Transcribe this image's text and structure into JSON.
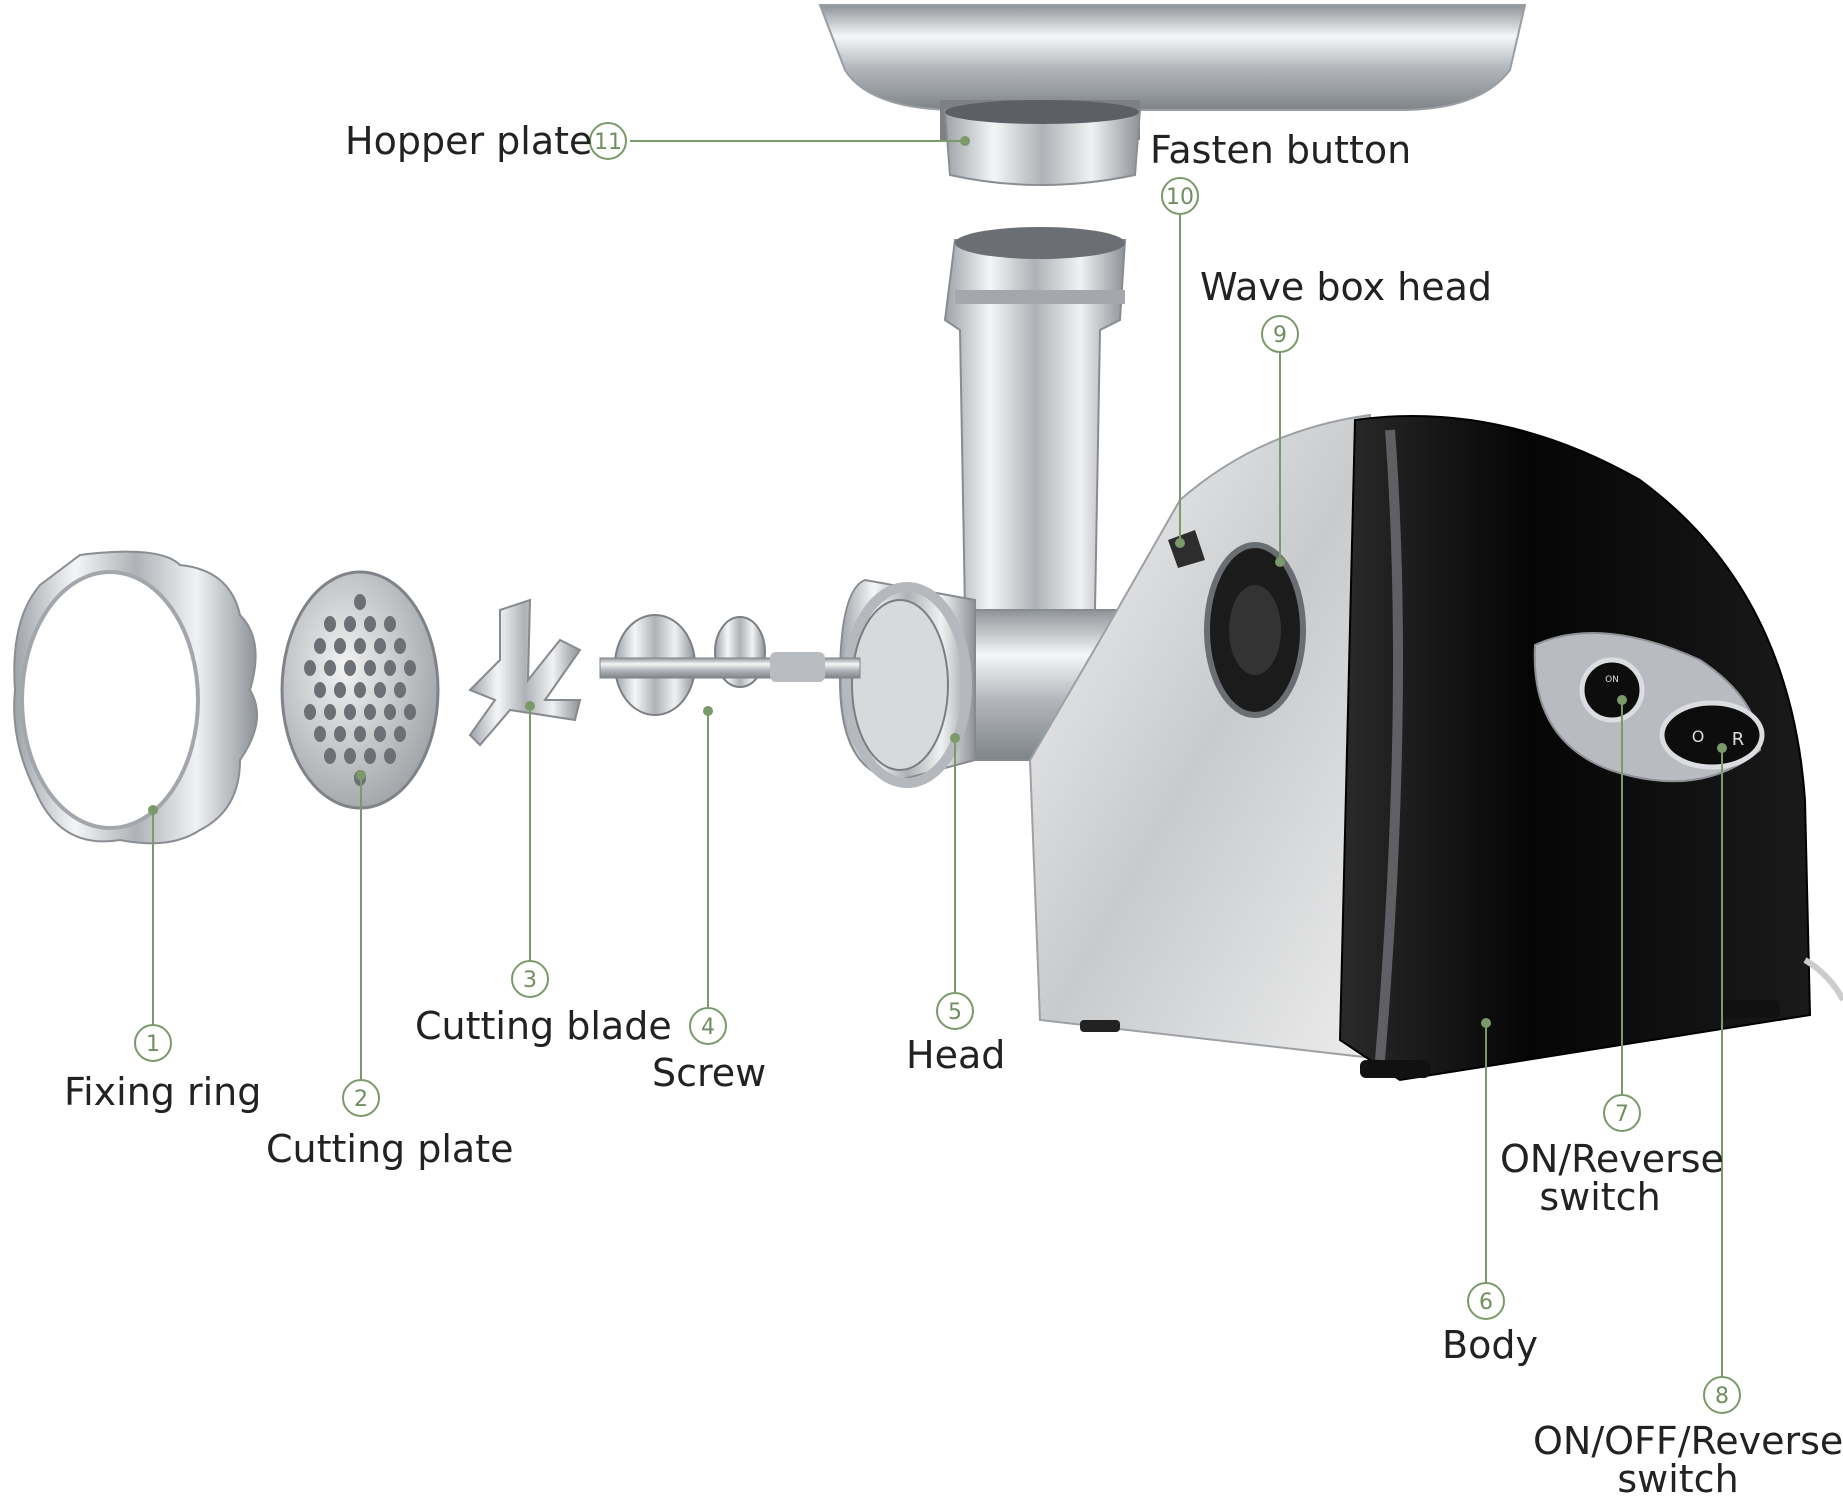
{
  "parts": [
    {
      "number": "1",
      "name": "Fixing ring"
    },
    {
      "number": "2",
      "name": "Cutting plate"
    },
    {
      "number": "3",
      "name": "Cutting blade"
    },
    {
      "number": "4",
      "name": "Screw"
    },
    {
      "number": "5",
      "name": "Head"
    },
    {
      "number": "6",
      "name": "Body"
    },
    {
      "number": "7",
      "name_line1": "ON/Reverse",
      "name_line2": "switch"
    },
    {
      "number": "8",
      "name_line1": "ON/OFF/Reverse",
      "name_line2": "switch"
    },
    {
      "number": "9",
      "name": "Wave box head"
    },
    {
      "number": "10",
      "name": "Fasten button"
    },
    {
      "number": "11",
      "name": "Hopper plate"
    }
  ],
  "switch_markings": {
    "on": "ON",
    "off": "O",
    "reverse": "R"
  },
  "colors": {
    "callout": "#7a9a6a",
    "body_black": "#0d0d0d",
    "steel": "#c9ccd0"
  }
}
